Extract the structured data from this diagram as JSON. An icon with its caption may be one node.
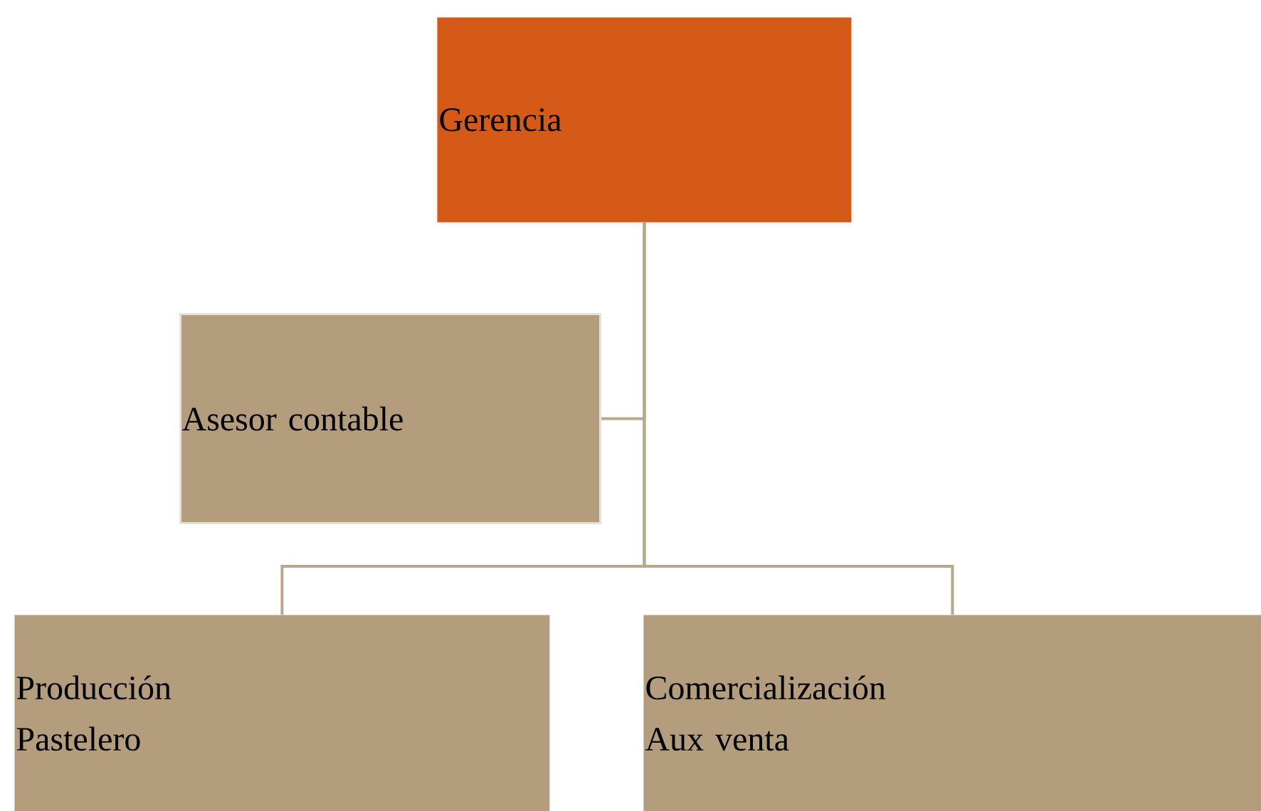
{
  "diagram": {
    "nodes": [
      {
        "text": [
          "Gerencia"
        ]
      },
      {
        "text": [
          "Asesor contable"
        ]
      },
      {
        "text": [
          "Producción",
          "Pastelero"
        ]
      },
      {
        "text": [
          "Comercialización",
          "Aux venta"
        ]
      }
    ],
    "edges": [
      {
        "from": 0,
        "to": 1,
        "arrow": "none"
      },
      {
        "from": 0,
        "to": 2,
        "arrow": "none"
      },
      {
        "from": 0,
        "to": 3,
        "arrow": "none"
      }
    ]
  }
}
